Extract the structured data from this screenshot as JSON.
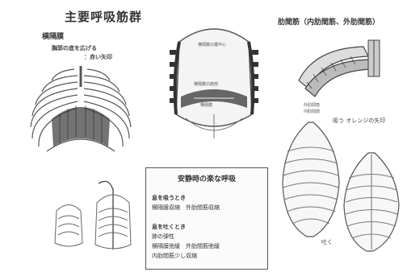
{
  "title": "主要呼吸筋群",
  "diaphragm": {
    "heading": "横隔膜",
    "note_line1": "胸郭の底を広げる",
    "note_line2": "：赤い矢印",
    "center_labels": [
      "横隔膜の腱中心",
      "横隔膜の筋部",
      "横隔膜"
    ]
  },
  "intercostal": {
    "heading": "肋間筋（内肋間筋、外肋間筋）",
    "labels": [
      "外肋間筋",
      "内肋間筋"
    ],
    "inhale_note": "吸う オレンジの矢印",
    "exhale_note": "吐く"
  },
  "quiet_breathing": {
    "title": "安静時の楽な呼吸",
    "inhale_heading": "息を吸うとき",
    "inhale_detail": "横隔膜収縮　外肋間筋収縮",
    "exhale_heading": "息を吐くとき",
    "exhale_line1": "肺の弾性",
    "exhale_line2": "横隔膜弛緩　外肋間筋弛緩",
    "exhale_line3": "内肋間筋少し収縮"
  },
  "colors": {
    "ink": "#2a2a2a",
    "paper": "#ffffff",
    "shade": "#555555"
  }
}
